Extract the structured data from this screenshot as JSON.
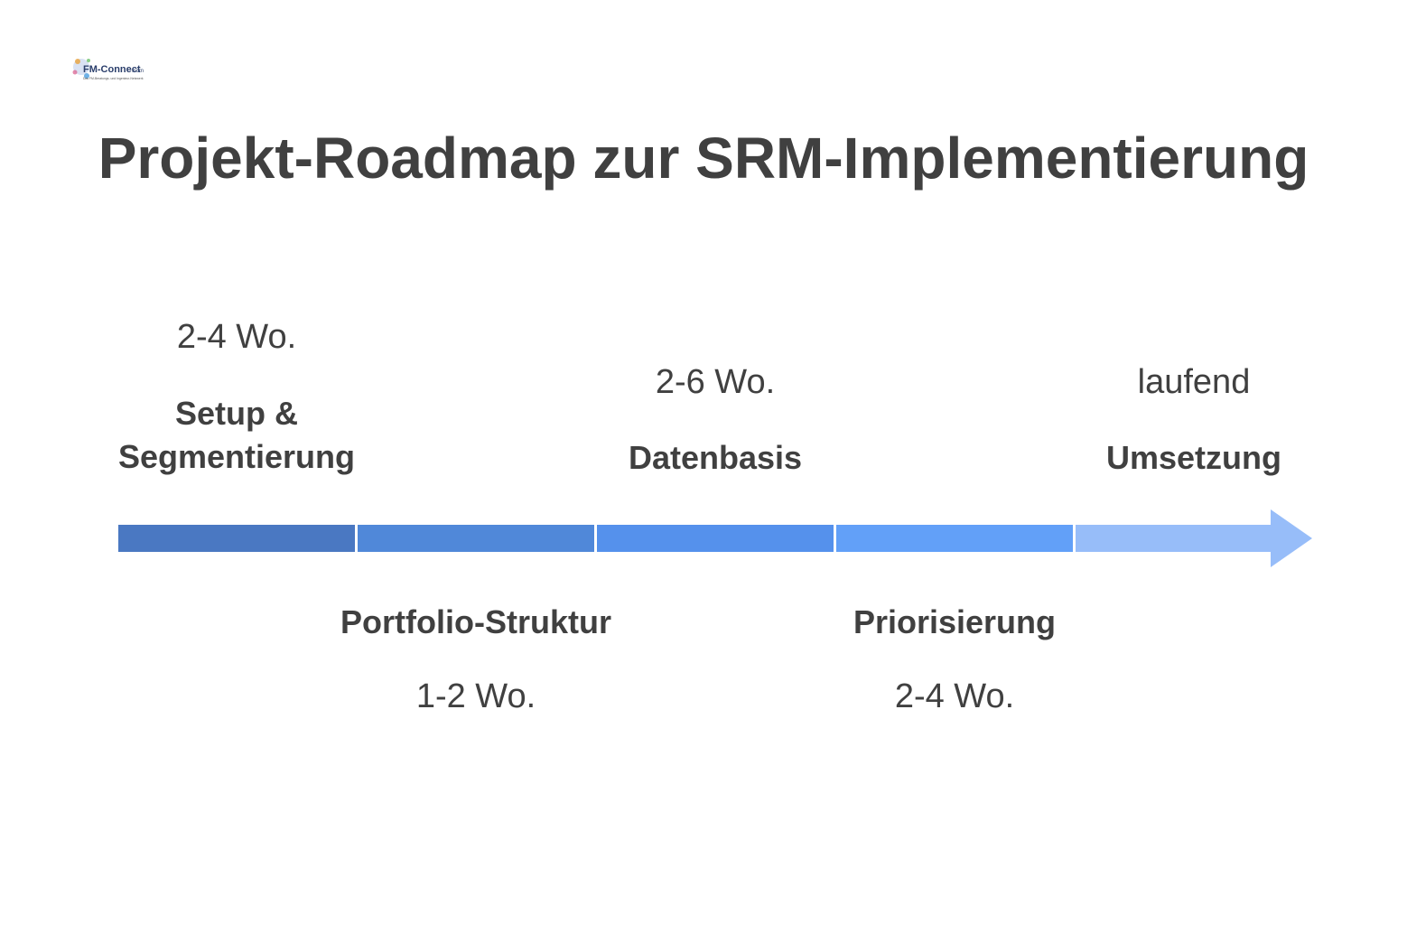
{
  "logo": {
    "brand": "FM-Connect.com",
    "tagline": "Das FM-Beratungs- und Ingenieur-Netzwerk"
  },
  "title": "Projekt-Roadmap zur SRM-Implementierung",
  "colors": {
    "segment_1": "#4a78c2",
    "segment_2": "#5088d9",
    "segment_3": "#5591ec",
    "segment_4": "#62a0f8",
    "segment_5": "#97bdf9",
    "text": "#404040"
  },
  "phases": [
    {
      "name": "Setup &\nSegmentierung",
      "duration": "2-4 Wo."
    },
    {
      "name": "Portfolio-Struktur",
      "duration": "1-2 Wo."
    },
    {
      "name": "Datenbasis",
      "duration": "2-6 Wo."
    },
    {
      "name": "Priorisierung",
      "duration": "2-4 Wo."
    },
    {
      "name": "Umsetzung",
      "duration": "laufend"
    }
  ]
}
